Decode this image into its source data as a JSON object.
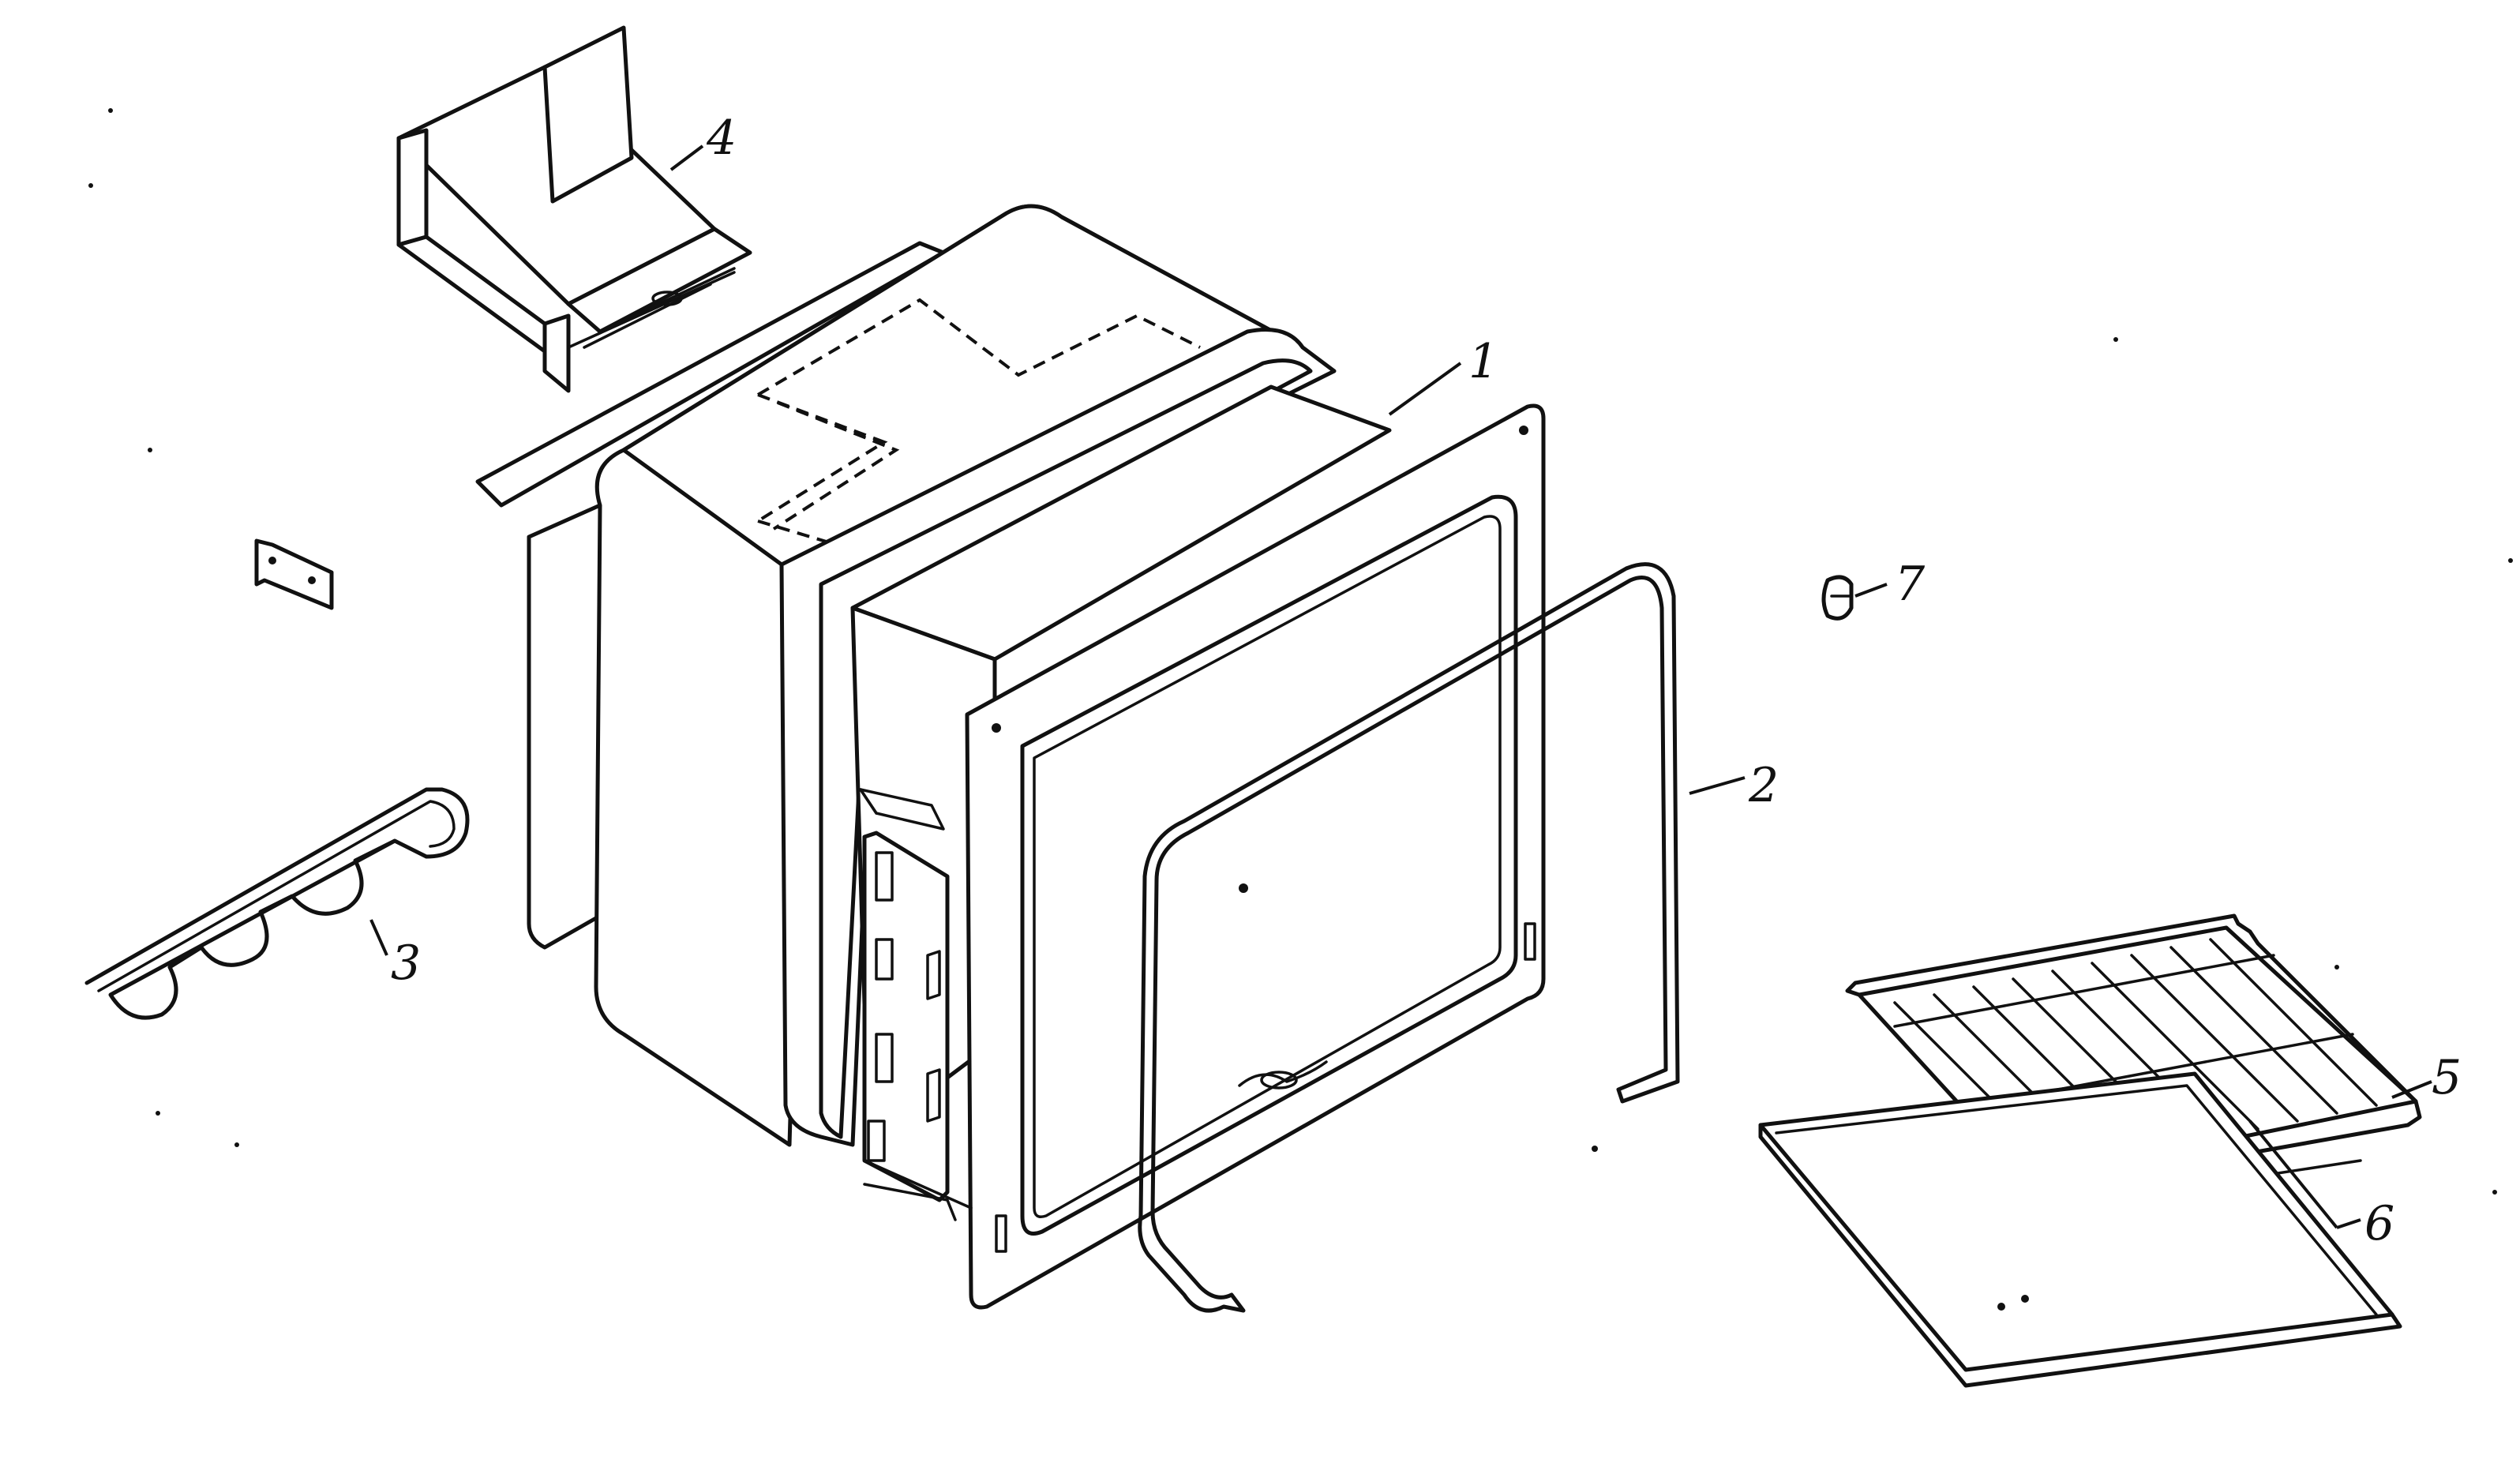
{
  "diagram": {
    "callouts": [
      {
        "id": "1",
        "text": "1"
      },
      {
        "id": "2",
        "text": "2"
      },
      {
        "id": "3",
        "text": "3"
      },
      {
        "id": "4",
        "text": "4"
      },
      {
        "id": "5",
        "text": "5"
      },
      {
        "id": "6",
        "text": "6"
      },
      {
        "id": "7",
        "text": "7"
      }
    ],
    "line_color": "#111111",
    "background": "#ffffff"
  }
}
